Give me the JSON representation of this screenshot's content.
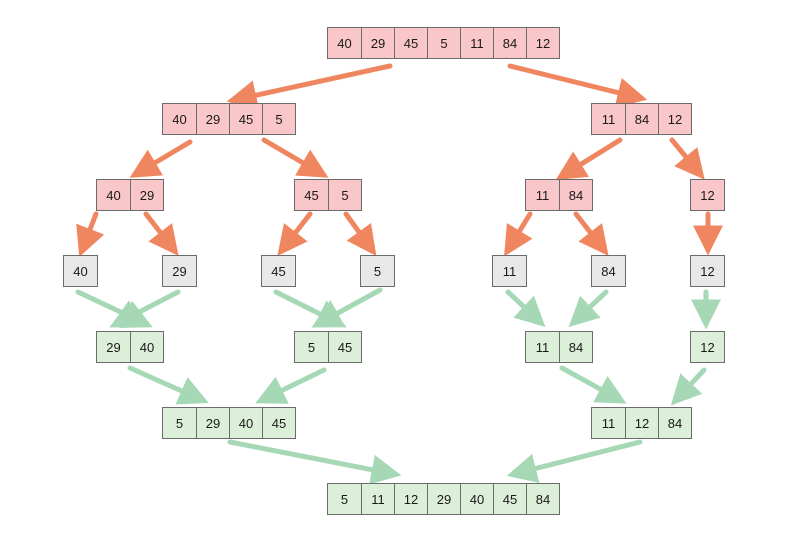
{
  "colors": {
    "split": "#f9c6c9",
    "single": "#e8e8e8",
    "merged": "#dcefd8",
    "split_arrow": "#ef8660",
    "merge_arrow": "#a6d8b6"
  },
  "boxes": [
    {
      "id": "root",
      "style": "red",
      "values": [
        "40",
        "29",
        "45",
        "5",
        "11",
        "84",
        "12"
      ]
    },
    {
      "id": "l1-left",
      "style": "red",
      "values": [
        "40",
        "29",
        "45",
        "5"
      ]
    },
    {
      "id": "l1-right",
      "style": "red",
      "values": [
        "11",
        "84",
        "12"
      ]
    },
    {
      "id": "l2-a",
      "style": "red",
      "values": [
        "40",
        "29"
      ]
    },
    {
      "id": "l2-b",
      "style": "red",
      "values": [
        "45",
        "5"
      ]
    },
    {
      "id": "l2-c",
      "style": "red",
      "values": [
        "11",
        "84"
      ]
    },
    {
      "id": "l2-d",
      "style": "red",
      "values": [
        "12"
      ]
    },
    {
      "id": "s-40",
      "style": "gray",
      "values": [
        "40"
      ]
    },
    {
      "id": "s-29",
      "style": "gray",
      "values": [
        "29"
      ]
    },
    {
      "id": "s-45",
      "style": "gray",
      "values": [
        "45"
      ]
    },
    {
      "id": "s-5",
      "style": "gray",
      "values": [
        "5"
      ]
    },
    {
      "id": "s-11",
      "style": "gray",
      "values": [
        "11"
      ]
    },
    {
      "id": "s-84",
      "style": "gray",
      "values": [
        "84"
      ]
    },
    {
      "id": "s-12",
      "style": "gray",
      "values": [
        "12"
      ]
    },
    {
      "id": "m1-a",
      "style": "green",
      "values": [
        "29",
        "40"
      ]
    },
    {
      "id": "m1-b",
      "style": "green",
      "values": [
        "5",
        "45"
      ]
    },
    {
      "id": "m1-c",
      "style": "green",
      "values": [
        "11",
        "84"
      ]
    },
    {
      "id": "m1-d",
      "style": "green",
      "values": [
        "12"
      ]
    },
    {
      "id": "m2-left",
      "style": "green",
      "values": [
        "5",
        "29",
        "40",
        "45"
      ]
    },
    {
      "id": "m2-right",
      "style": "green",
      "values": [
        "11",
        "12",
        "84"
      ]
    },
    {
      "id": "final",
      "style": "green",
      "values": [
        "5",
        "11",
        "12",
        "29",
        "40",
        "45",
        "84"
      ]
    }
  ]
}
